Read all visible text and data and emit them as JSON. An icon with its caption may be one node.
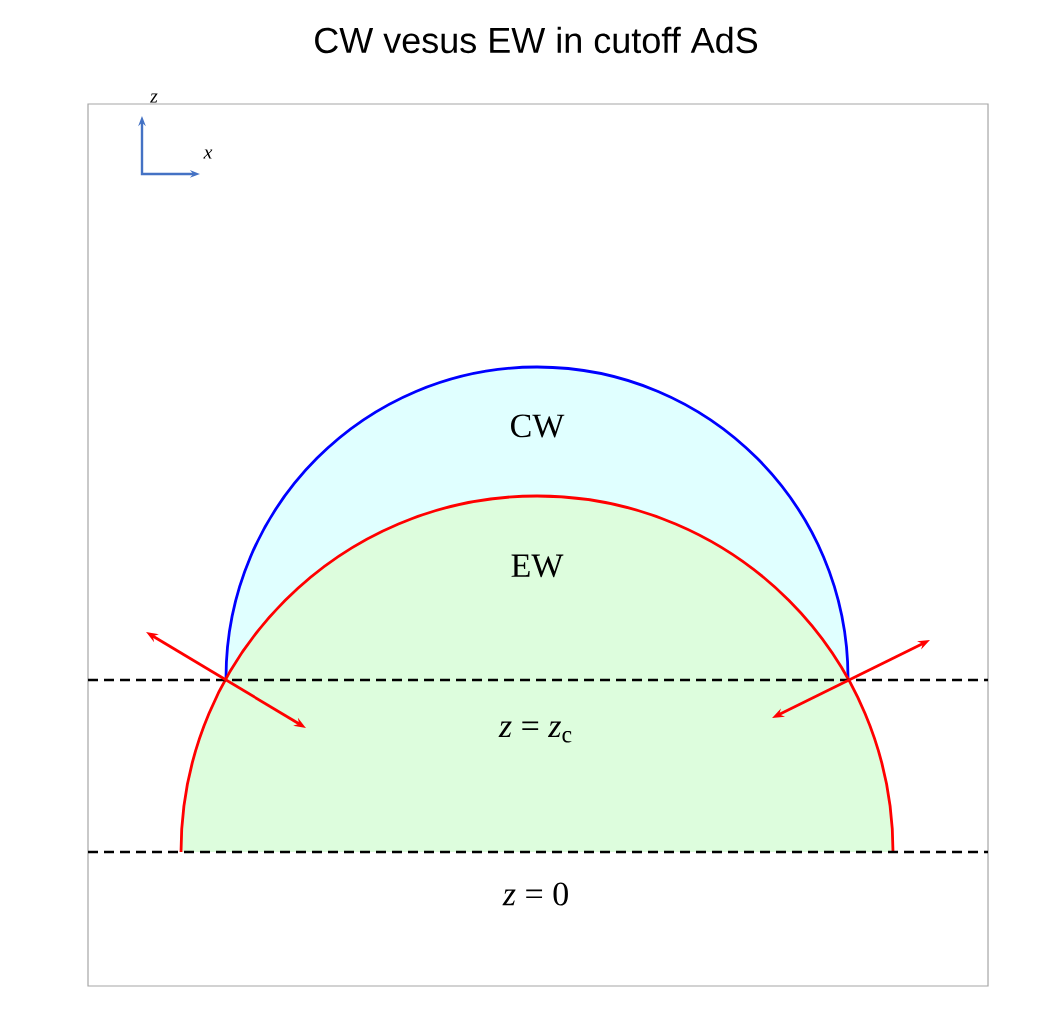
{
  "diagram": {
    "title": "CW vesus EW in cutoff AdS",
    "nodes": [
      {
        "text": [
          "CW"
        ]
      },
      {
        "text": [
          "EW"
        ]
      }
    ],
    "edges": [],
    "labels": [
      "z",
      "x",
      "*z* = *z*$_{c}$",
      "*z* = 0"
    ]
  }
}
